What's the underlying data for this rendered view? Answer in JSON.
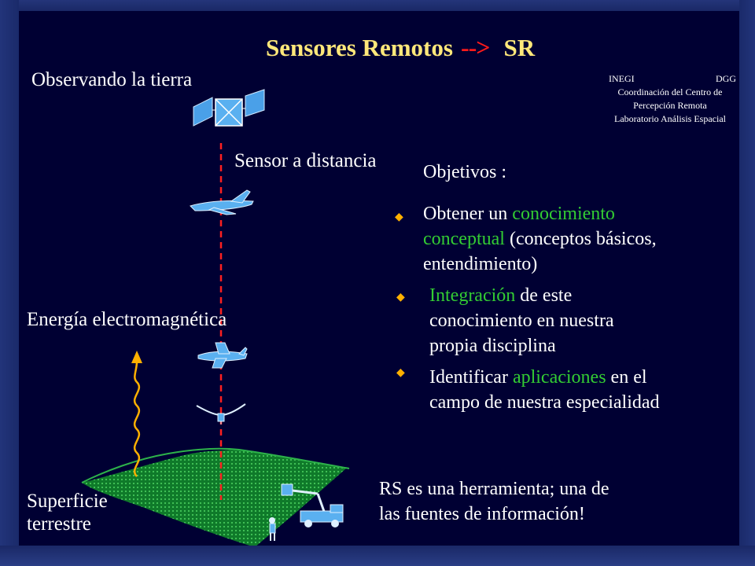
{
  "slide": {
    "title_main": "Sensores Remotos",
    "title_arrow": "-->",
    "title_abbrev": "SR",
    "label_observing": "Observando la tierra",
    "label_sensor": "Sensor a distancia",
    "label_energy": "Energía electromagnética",
    "label_surface_1": "Superficie",
    "label_surface_2": "terrestre",
    "credits": {
      "org": "INEGI",
      "org_right": "DGG",
      "line1": "Coordinación del Centro de",
      "line2": "Percepción Remota",
      "line3": "Laboratorio Análisis Espacial"
    },
    "objectives_heading": "Objetivos  :",
    "objectives": [
      {
        "pre": "Obtener un ",
        "green1": "conocimiento conceptual",
        "post": " (conceptos básicos, entendimiento)"
      },
      {
        "green": "Integración",
        "post": " de este conocimiento en nuestra propia  disciplina"
      },
      {
        "pre": "Identificar ",
        "green": "aplicaciones",
        "post": " en el campo de nuestra especialidad"
      }
    ],
    "footer_line1": "RS es una herramienta; una de",
    "footer_line2": "las fuentes de información!"
  },
  "colors": {
    "background": "#000033",
    "title": "#ffe87a",
    "arrow": "#ff1a1a",
    "highlight": "#33cc33",
    "bullet": "#ffb000",
    "dashed_beam": "#ff2020",
    "ground": "#1a9a3a"
  },
  "icons": [
    "satellite-icon",
    "jet-icon",
    "airplane-icon",
    "glider-icon",
    "crane-truck-icon",
    "person-icon",
    "energy-wave-icon"
  ]
}
